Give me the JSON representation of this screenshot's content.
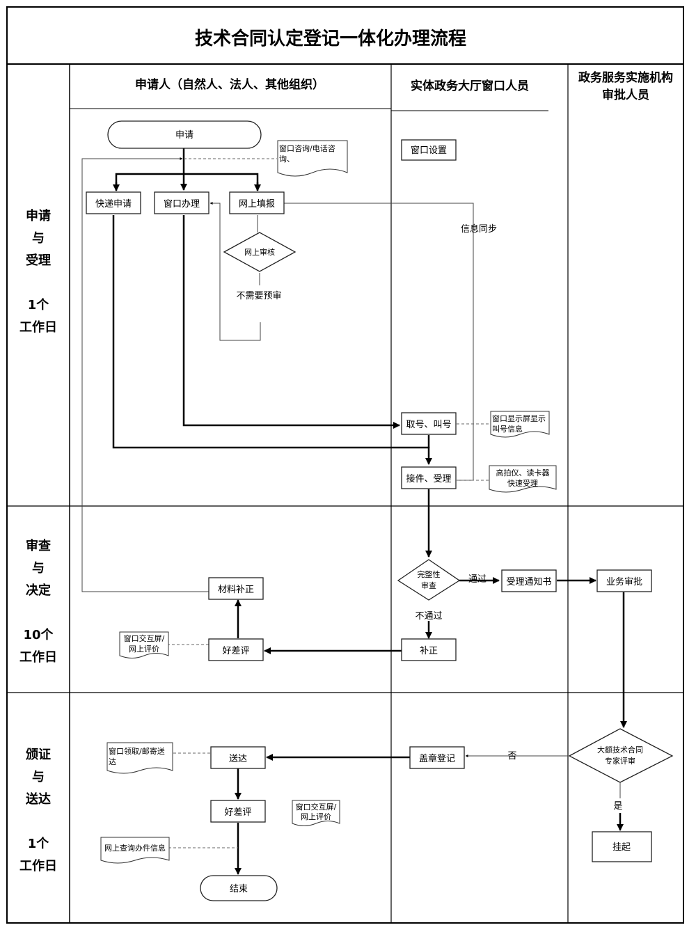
{
  "title": "技术合同认定登记一体化办理流程",
  "lanes": {
    "applicant": "申请人（自然人、法人、其他组织）",
    "window_staff": "实体政务大厅窗口人员",
    "approver": [
      "政务服务实施机构",
      "审批人员"
    ]
  },
  "phases": [
    {
      "lines": [
        "申请",
        "与",
        "受理"
      ],
      "duration": [
        "1个",
        "工作日"
      ]
    },
    {
      "lines": [
        "审查",
        "与",
        "决定"
      ],
      "duration": [
        "10个",
        "工作日"
      ]
    },
    {
      "lines": [
        "颁证",
        "与",
        "送达"
      ],
      "duration": [
        "1个",
        "工作日"
      ]
    }
  ],
  "nodes": {
    "apply": "申请",
    "express_apply": "快递申请",
    "window_handle": "窗口办理",
    "online_fill": "网上填报",
    "online_review": "网上审核",
    "no_prereview": "不需要预审",
    "window_setup": "窗口设置",
    "info_sync": "信息同步",
    "take_number": "取号、叫号",
    "receive_accept": "接件、受理",
    "completeness_check": [
      "完整性",
      "审查"
    ],
    "pass": "通过",
    "fail": "不通过",
    "acceptance_notice": "受理通知书",
    "business_approval": "业务审批",
    "material_correction": "材料补正",
    "rating_review": "好差评",
    "supplement": "补正",
    "large_contract_review": [
      "大额技术合同",
      "专家评审"
    ],
    "no": "否",
    "yes": "是",
    "stamp_register": "盖章登记",
    "delivery": "送达",
    "rating_delivery": "好差评",
    "suspend": "挂起",
    "end": "结束"
  },
  "notes": {
    "window_consult": [
      "窗口咨询/电话咨",
      "询、"
    ],
    "screen_display": [
      "窗口显示屏显示",
      "叫号信息"
    ],
    "scanner": [
      "高拍仪、读卡器",
      "快速受理"
    ],
    "interactive_screen_1": [
      "窗口交互屏/",
      "网上评价"
    ],
    "pickup_mail": [
      "窗口领取/邮寄送",
      "达"
    ],
    "interactive_screen_2": [
      "窗口交互屏/",
      "网上评价"
    ],
    "online_query": [
      "网上查询办件信息"
    ]
  }
}
